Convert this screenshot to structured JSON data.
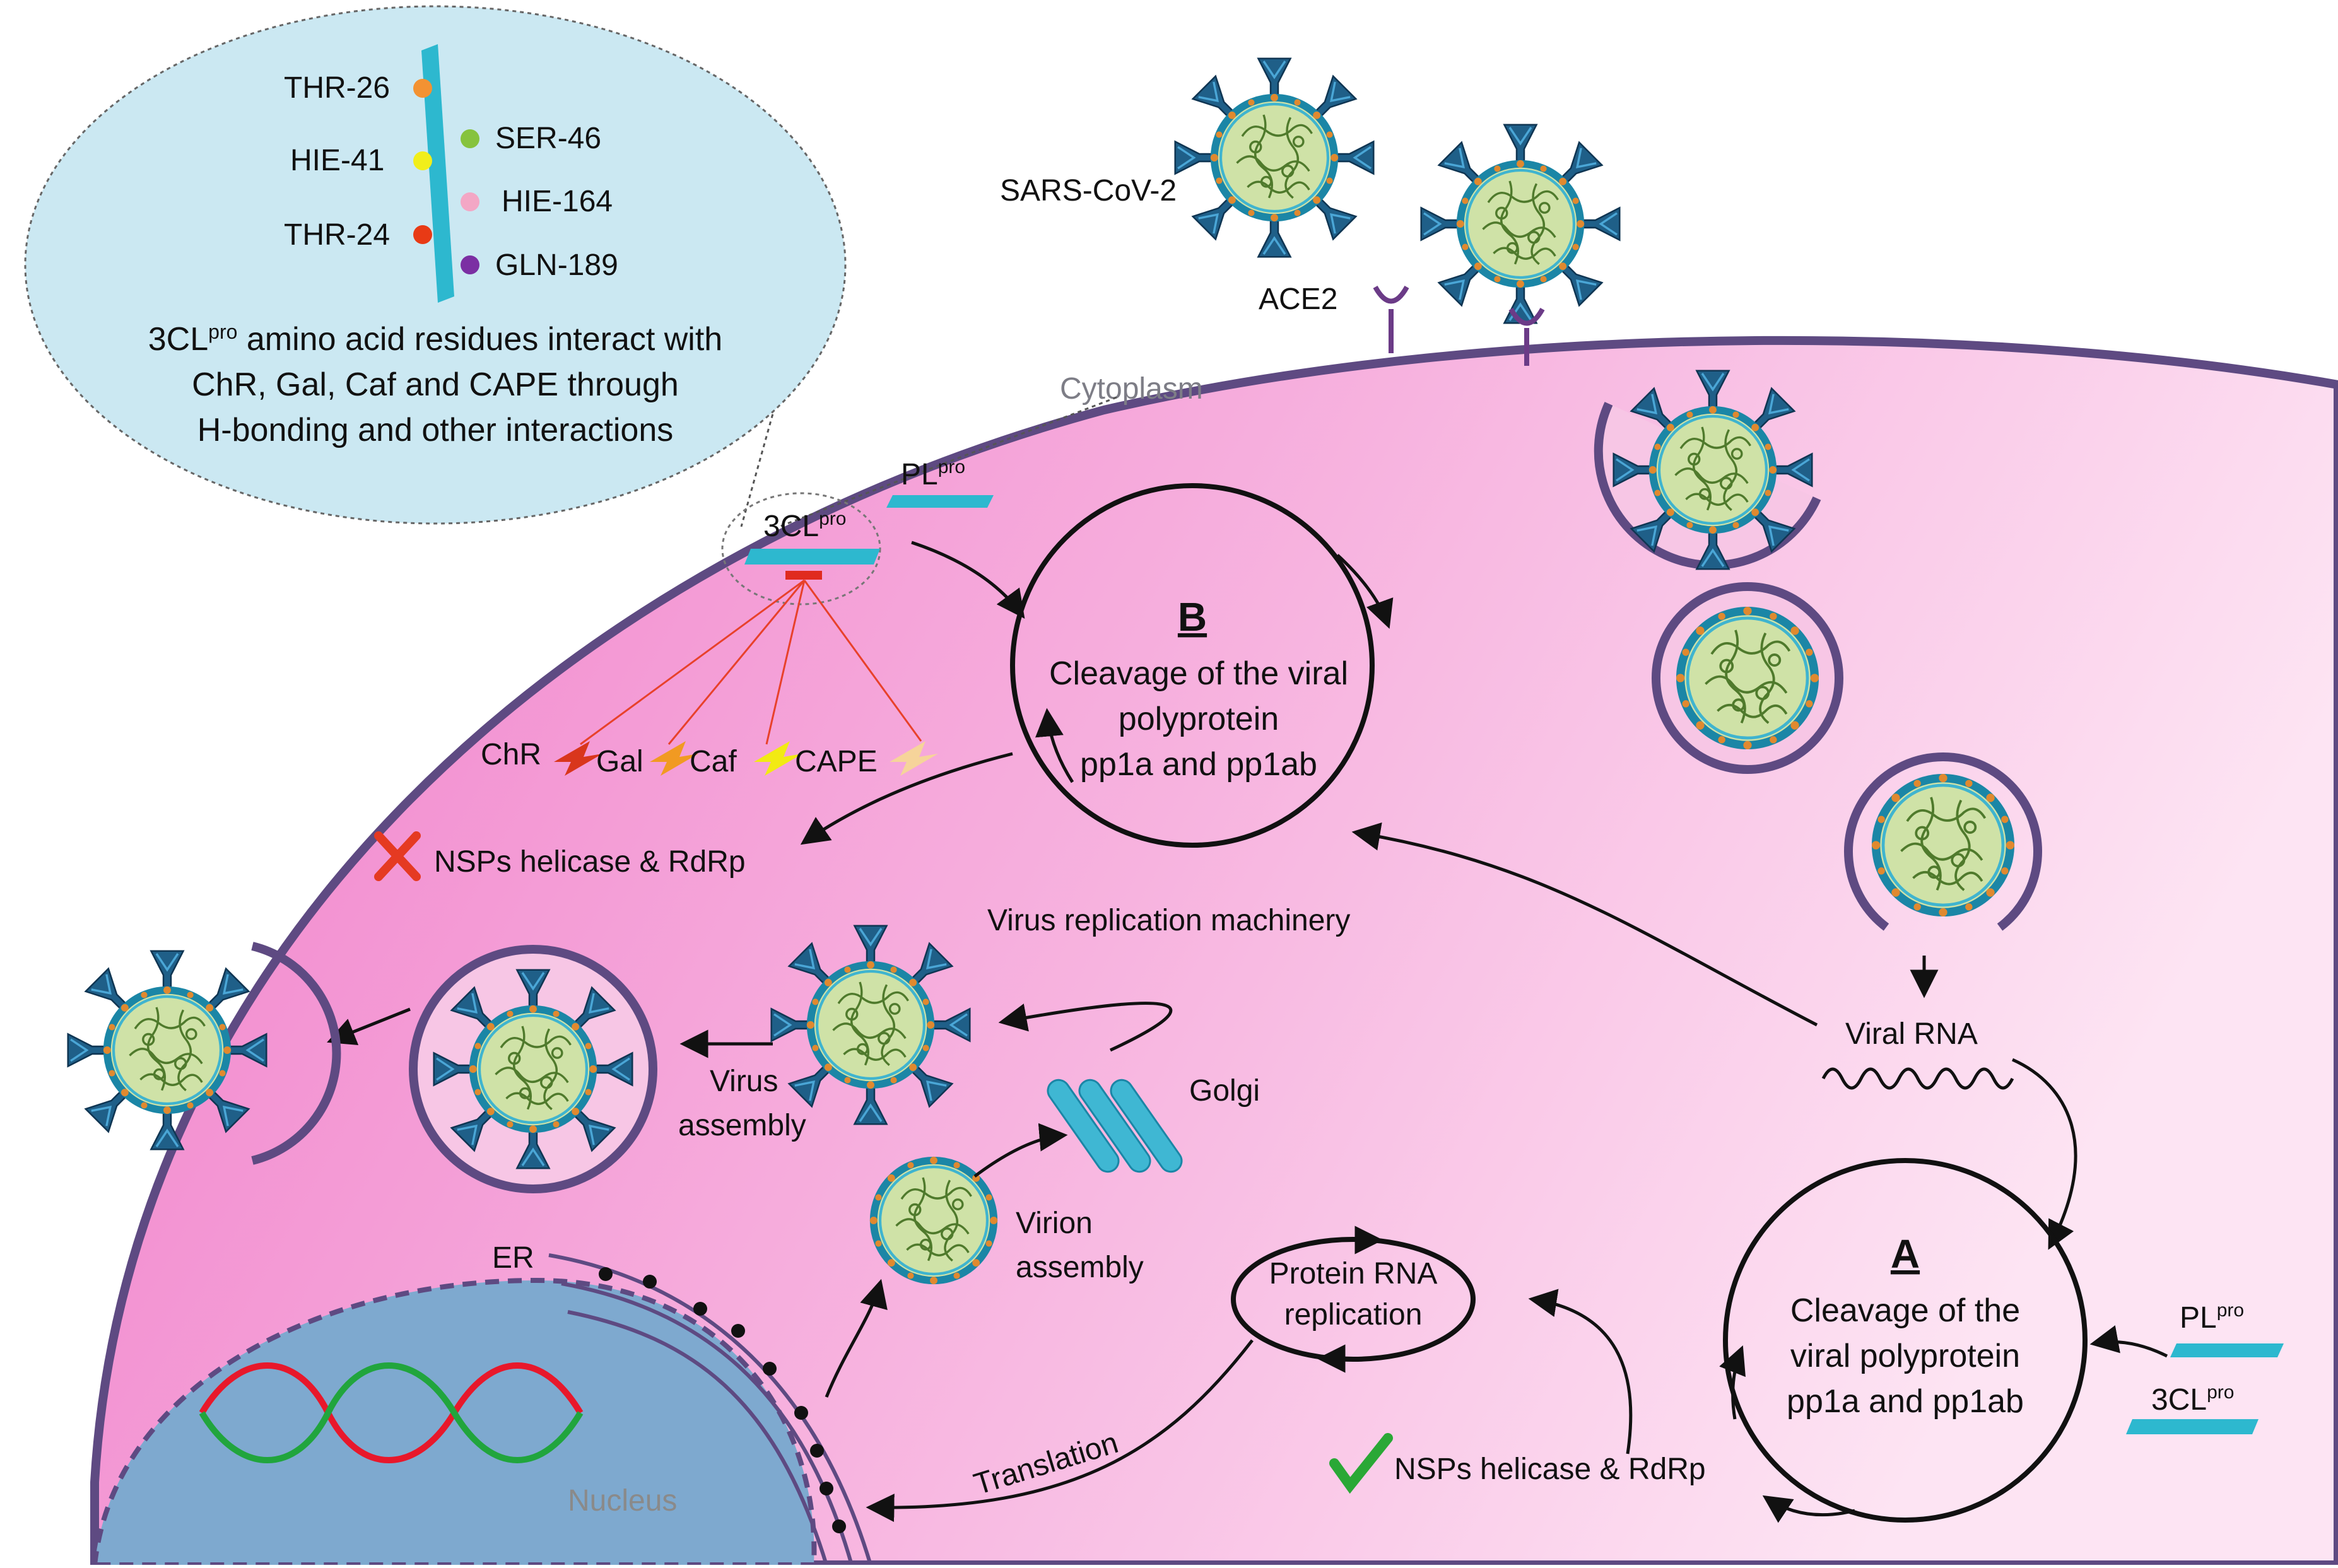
{
  "colors": {
    "cell_fill_left": "#f18fcf",
    "cell_fill_right": "#fbd7ee",
    "cell_border": "#5e4a82",
    "nucleus": "#7ea9cf",
    "callout": "#cbe8f2",
    "protease": "#2db8cf",
    "inhibitor": "#e02b1f",
    "virus_body": "#cfe2a7",
    "virus_spike": "#1f5f88",
    "check": "#2aa836",
    "cross": "#e53a22"
  },
  "callout": {
    "residues": [
      "THR-26",
      "HIE-41",
      "THR-24",
      "SER-46",
      "HIE-164",
      "GLN-189"
    ],
    "caption_line1_prefix": "3CL",
    "caption_line1_sup": "pro",
    "caption_line1_suffix": " amino acid residues interact with",
    "caption_line2": "ChR, Gal, Caf and CAPE through",
    "caption_line3": "H-bonding and other interactions"
  },
  "labels": {
    "virus": "SARS-CoV-2",
    "receptor": "ACE2",
    "cytoplasm": "Cytoplasm",
    "nucleus": "Nucleus",
    "er": "ER",
    "golgi": "Golgi",
    "pl_base": "PL",
    "cl_base": "3CL",
    "pro_sup": "pro",
    "compounds": [
      "ChR",
      "Gal",
      "Caf",
      "CAPE"
    ],
    "nsps_inhibited": "NSPs helicase & RdRp",
    "nsps_active": "NSPs helicase & RdRp",
    "replication_machinery": "Virus replication machinery",
    "viral_rna": "Viral RNA",
    "virus_assembly_1": "Virus",
    "virus_assembly_2": "assembly",
    "virion_assembly_1": "Virion",
    "virion_assembly_2": "assembly",
    "protein_rna_1": "Protein RNA",
    "protein_rna_2": "replication",
    "translation": "Translation"
  },
  "circle_b": {
    "letter": "B",
    "lines": [
      "Cleavage of the viral",
      "polyprotein",
      "pp1a and pp1ab"
    ]
  },
  "circle_a": {
    "letter": "A",
    "lines": [
      "Cleavage of the",
      "viral polyprotein",
      "pp1a and pp1ab"
    ]
  }
}
